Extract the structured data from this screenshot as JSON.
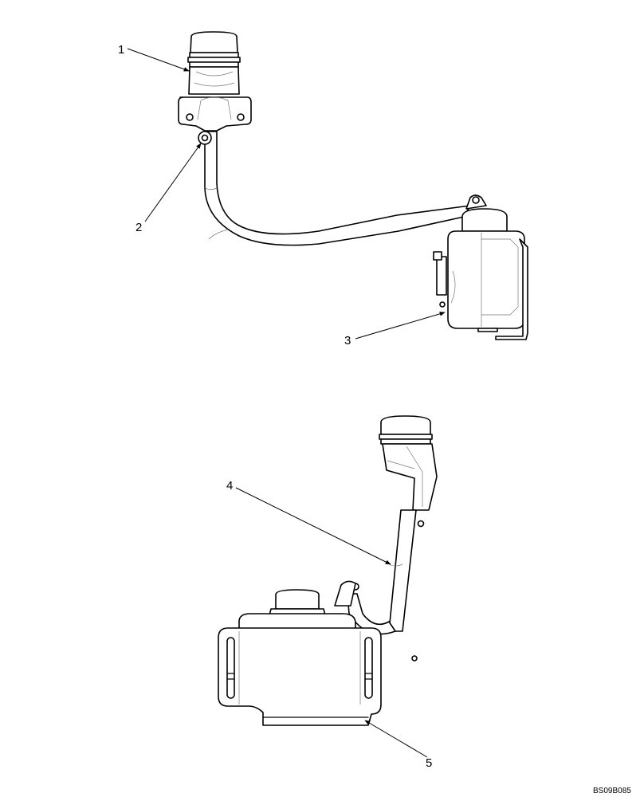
{
  "callouts": [
    {
      "label": "1"
    },
    {
      "label": "2"
    },
    {
      "label": "3"
    },
    {
      "label": "4"
    },
    {
      "label": "5"
    }
  ],
  "drawing_code": "BS09B085"
}
